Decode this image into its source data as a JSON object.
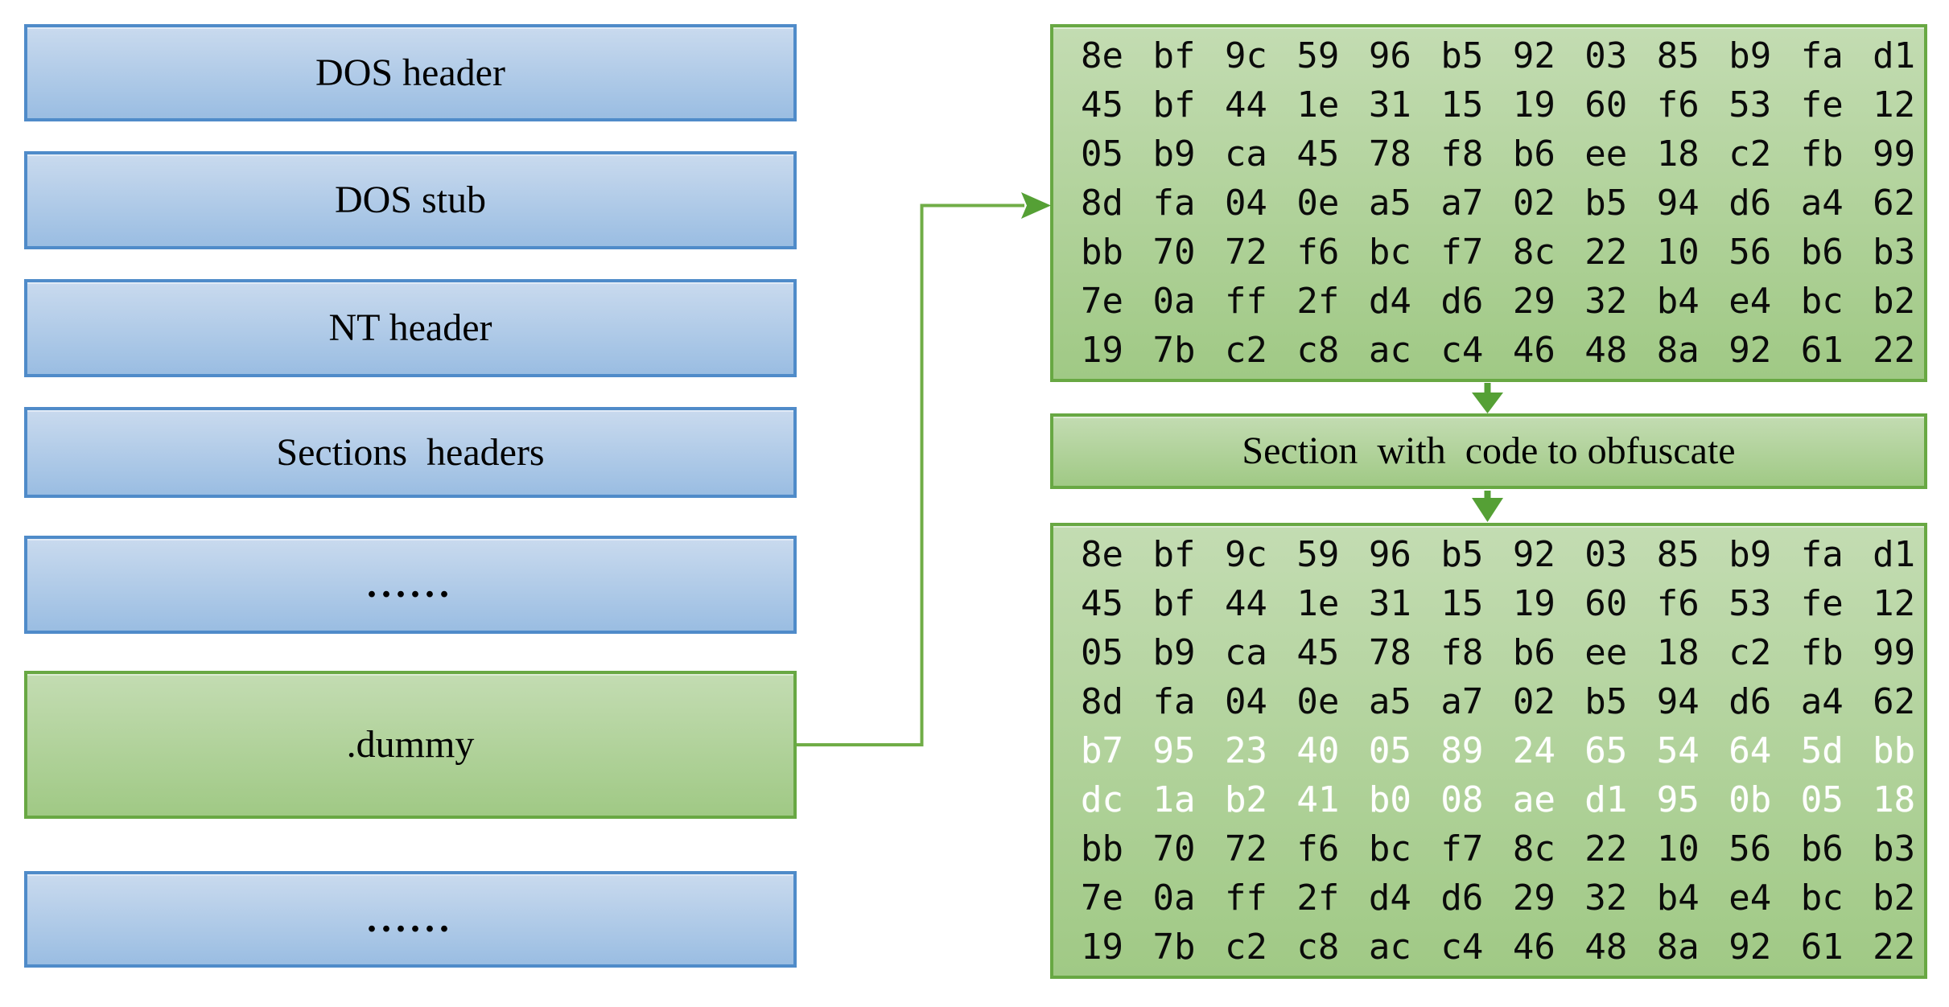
{
  "colors": {
    "blue_border": "#4f8bc9",
    "blue_fill_top": "#c9daee",
    "blue_fill_bottom": "#9abde2",
    "green_border": "#68a843",
    "green_fill_top": "#c3dcb2",
    "green_fill_bottom": "#a0c985",
    "hex_fill_top": "#bcd7ab",
    "hex_fill_bottom": "#aacf98",
    "hex_text": "#0b0b0b",
    "hex_highlight_text": "#ffffff",
    "connector": "#70ad47",
    "arrow": "#55a035"
  },
  "left_column": {
    "boxes": [
      {
        "label": "DOS header",
        "variant": "blue"
      },
      {
        "label": "DOS stub",
        "variant": "blue"
      },
      {
        "label": "NT header",
        "variant": "blue"
      },
      {
        "label": "Sections  headers",
        "variant": "blue"
      },
      {
        "label": "......",
        "variant": "blue"
      },
      {
        "label": ".dummy",
        "variant": "green"
      },
      {
        "label": "......",
        "variant": "blue"
      }
    ]
  },
  "right_column": {
    "top_hex_box": {
      "rows": [
        "8e bf 9c 59 96 b5 92 03 85 b9 fa d1",
        "45 bf 44 1e 31 15 19 60 f6 53 fe 12",
        "05 b9 ca 45 78 f8 b6 ee 18 c2 fb 99",
        "8d fa 04 0e a5 a7 02 b5 94 d6 a4 62",
        "bb 70 72 f6 bc f7 8c 22 10 56 b6 b3",
        "7e 0a ff 2f d4 d6 29 32 b4 e4 bc b2",
        "19 7b c2 c8 ac c4 46 48 8a 92 61 22"
      ]
    },
    "section_box": {
      "label": "Section  with  code to obfuscate"
    },
    "bottom_hex_box": {
      "rows": [
        "8e bf 9c 59 96 b5 92 03 85 b9 fa d1",
        "45 bf 44 1e 31 15 19 60 f6 53 fe 12",
        "05 b9 ca 45 78 f8 b6 ee 18 c2 fb 99",
        "8d fa 04 0e a5 a7 02 b5 94 d6 a4 62",
        "b7 95 23 40 05 89 24 65 54 64 5d bb",
        "dc 1a b2 41 b0 08 ae d1 95 0b 05 18",
        "bb 70 72 f6 bc f7 8c 22 10 56 b6 b3",
        "7e 0a ff 2f d4 d6 29 32 b4 e4 bc b2",
        "19 7b c2 c8 ac c4 46 48 8a 92 61 22"
      ],
      "highlight_rows": [
        4,
        5
      ]
    }
  },
  "arrows": [
    {
      "name": "dummy-section-to-original-bytes",
      "type": "elbow-right"
    },
    {
      "name": "original-bytes-to-section-label",
      "type": "down"
    },
    {
      "name": "section-label-to-obfuscated-bytes",
      "type": "down"
    }
  ]
}
